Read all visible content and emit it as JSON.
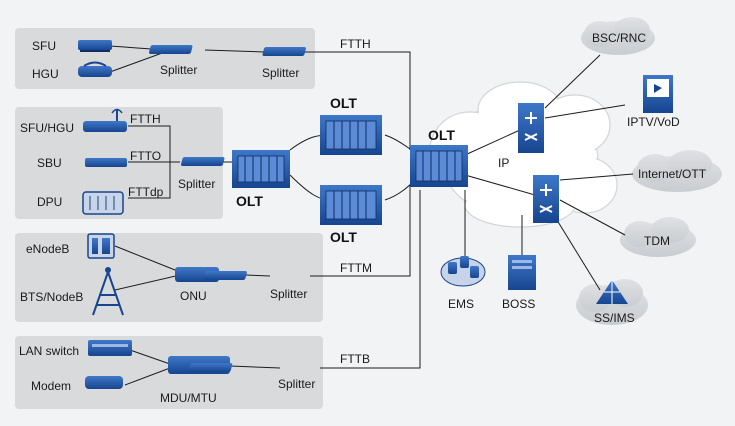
{
  "panels": {
    "ftth_top": {
      "sfu": "SFU",
      "hgu": "HGU",
      "splitter1": "Splitter",
      "splitter2": "Splitter",
      "link": "FTTH"
    },
    "fttx": {
      "sfu_hgu": "SFU/HGU",
      "sbu": "SBU",
      "dpu": "DPU",
      "ftth": "FTTH",
      "ftto": "FTTO",
      "fttdp": "FTTdp",
      "splitter": "Splitter"
    },
    "fttm": {
      "enodeb": "eNodeB",
      "bts": "BTS/NodeB",
      "onu": "ONU",
      "splitter": "Splitter",
      "link": "FTTM"
    },
    "fttb": {
      "lan_switch": "LAN switch",
      "modem": "Modem",
      "mdu": "MDU/MTU",
      "splitter": "Splitter",
      "link": "FTTB"
    }
  },
  "olts": {
    "left": "OLT",
    "top": "OLT",
    "bottom": "OLT",
    "core": "OLT"
  },
  "network": {
    "ip": "IP",
    "ems": "EMS",
    "boss": "BOSS"
  },
  "services": {
    "bsc_rnc": "BSC/RNC",
    "iptv": "IPTV/VoD",
    "internet": "Internet/OTT",
    "tdm": "TDM",
    "ss_ims": "SS/IMS"
  },
  "colors": {
    "device_blue": "#1d4f9c",
    "device_dark": "#163c78",
    "panel_gray": "#d9dadc",
    "cloud": "#ffffff",
    "background": "#f2f3f4"
  }
}
